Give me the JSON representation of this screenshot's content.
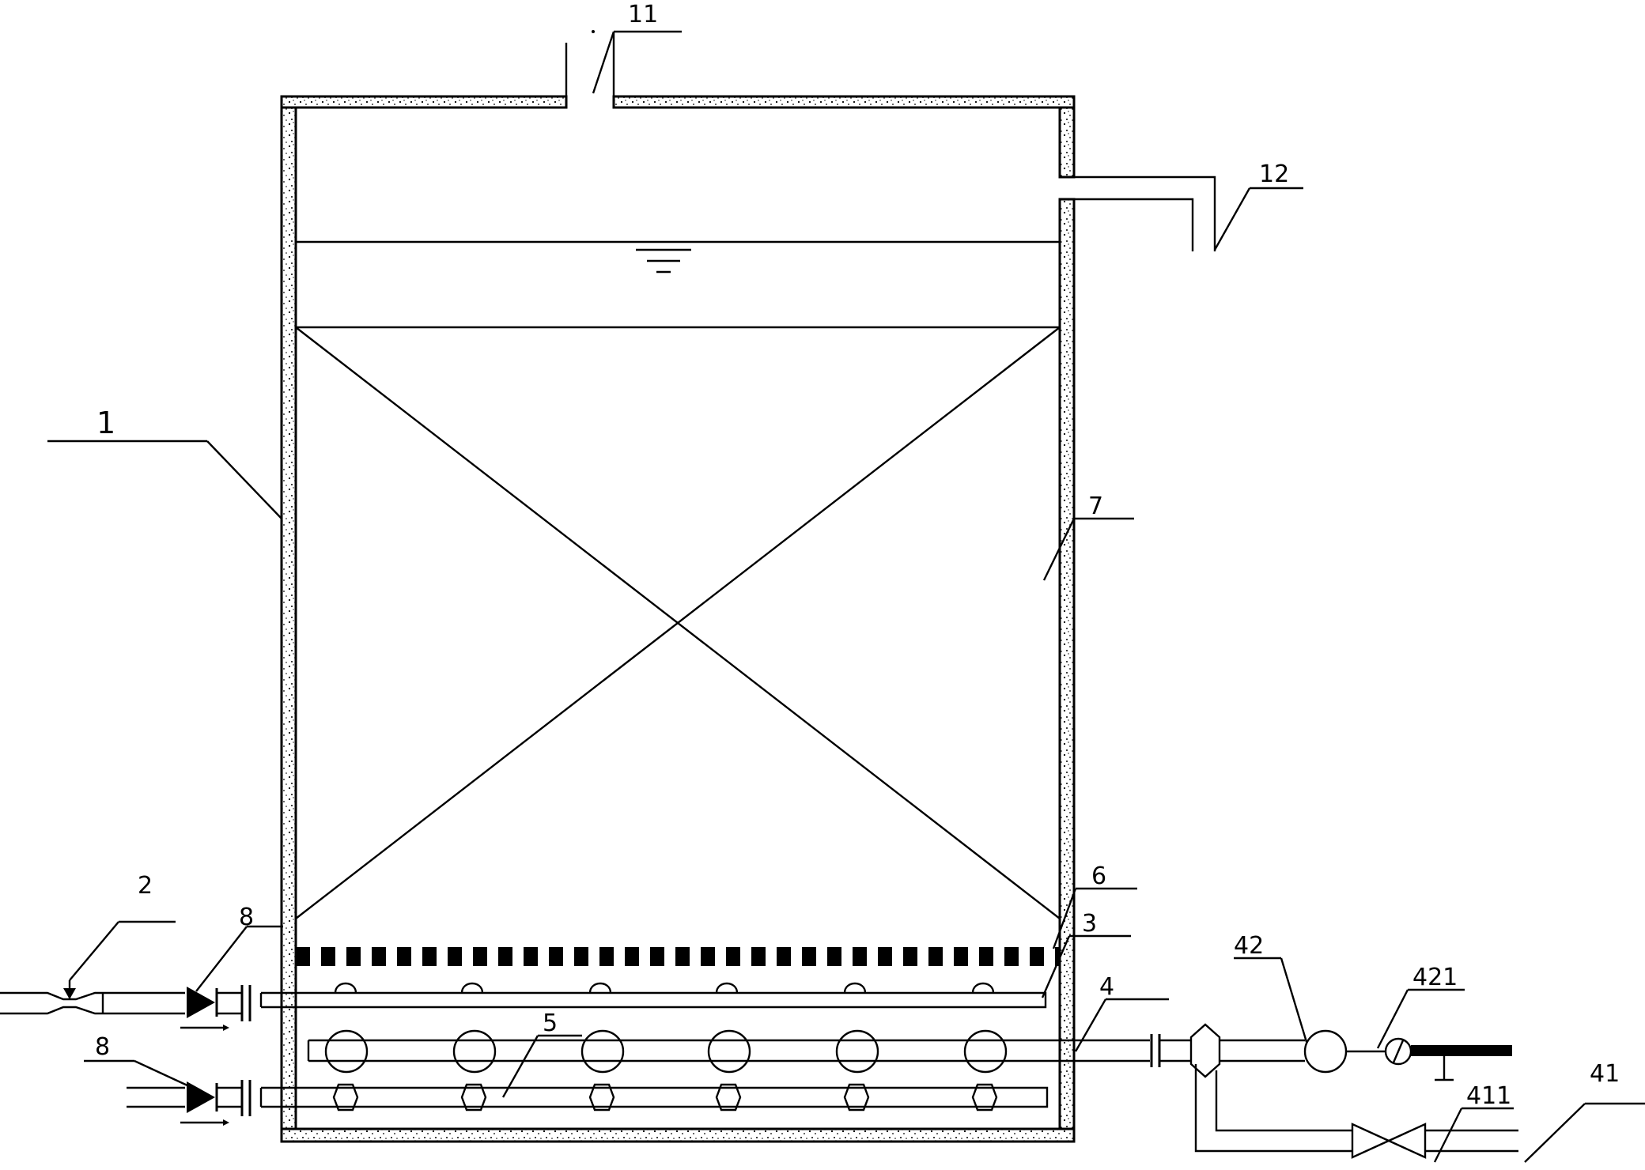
{
  "labels": {
    "tank": "1",
    "inlet": "2",
    "water_pipe": "3",
    "air_pipe": "4",
    "aerator": "5",
    "support_plate": "6",
    "media": "7",
    "check_valve_top": "8",
    "check_valve_bottom": "8",
    "vent": "11",
    "outlet": "12",
    "branch_pipe": "41",
    "branch_valve": "411",
    "blower": "42",
    "gauge": "421"
  },
  "colors": {
    "line": "#000000",
    "background": "#ffffff"
  }
}
